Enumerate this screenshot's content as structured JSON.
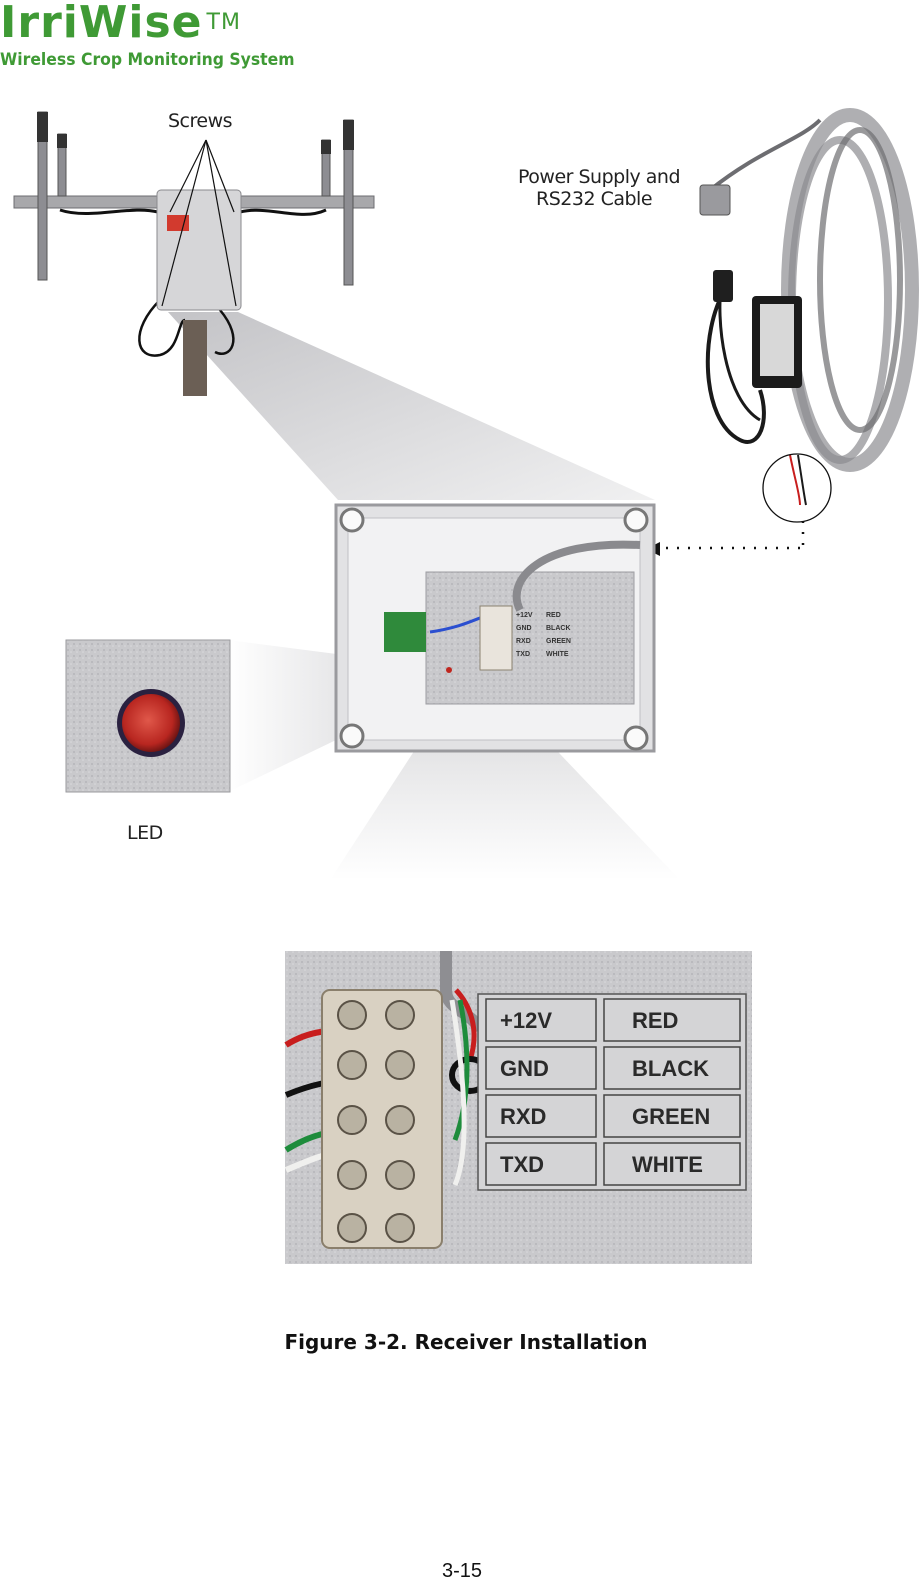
{
  "logo": {
    "brand": "IrriWise",
    "trademark": "TM",
    "tagline": "Wireless Crop Monitoring System"
  },
  "callouts": {
    "screws": "Screws",
    "power_line1": "Power Supply and",
    "power_line2": "RS232 Cable",
    "led": "LED"
  },
  "terminal_labels": [
    {
      "signal": "+12V",
      "wire": "RED"
    },
    {
      "signal": "GND",
      "wire": "BLACK"
    },
    {
      "signal": "RXD",
      "wire": "GREEN"
    },
    {
      "signal": "TXD",
      "wire": "WHITE"
    }
  ],
  "caption": "Figure 3-2.  Receiver Installation",
  "page_number": "3-15",
  "colors": {
    "brand_green": "#3f9a35",
    "wire_red": "#c81e1e",
    "wire_green": "#1e8c3c"
  }
}
